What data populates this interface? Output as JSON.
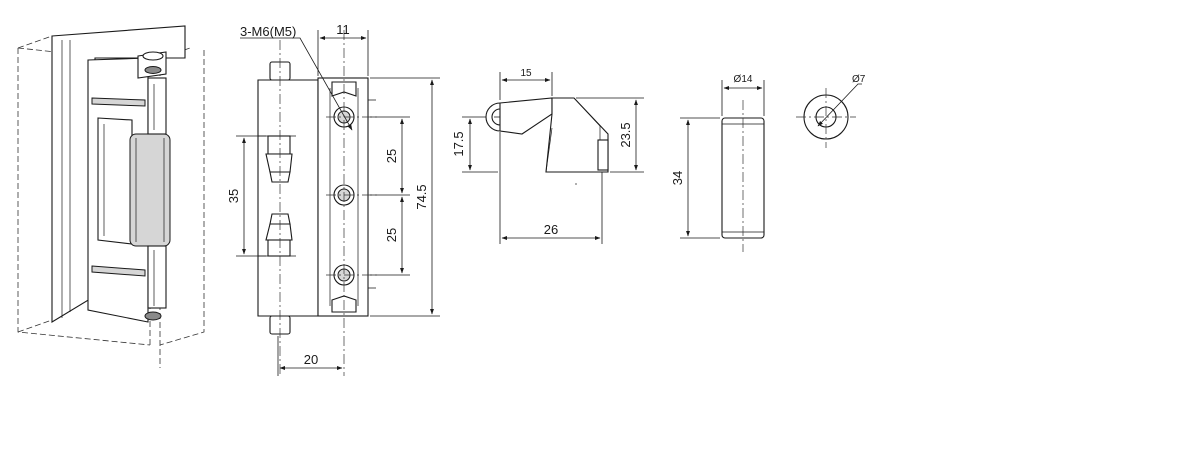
{
  "callout": {
    "thread": "3-M6(M5)"
  },
  "front_view": {
    "width_top": "11",
    "pin_spacing": "35",
    "hole_pitch_upper": "25",
    "hole_pitch_lower": "25",
    "height": "74.5",
    "width_bottom": "20"
  },
  "side_view": {
    "top_width": "15",
    "left_height": "17.5",
    "right_height": "23.5",
    "bottom_width": "26"
  },
  "pin_view": {
    "diameter": "Ø14",
    "length": "34"
  },
  "end_view": {
    "diameter": "Ø7"
  }
}
